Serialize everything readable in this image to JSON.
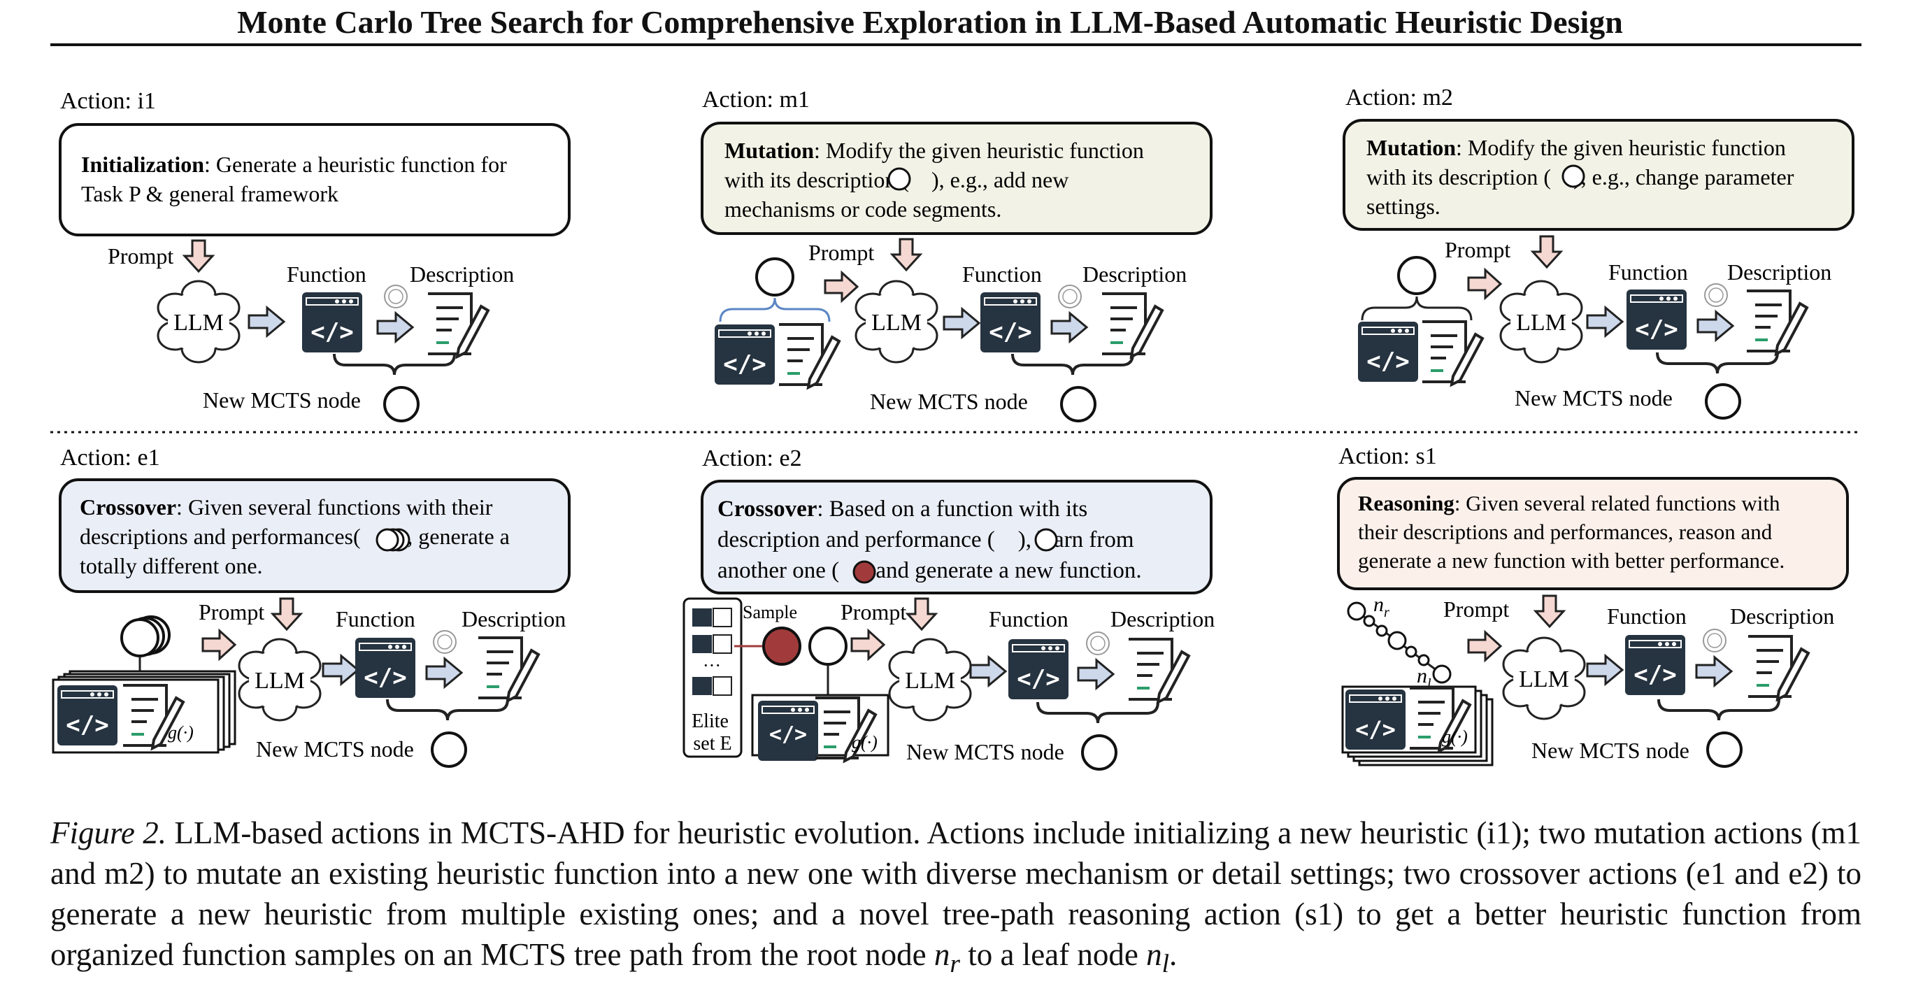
{
  "header": {
    "title": "Monte Carlo Tree Search for Comprehensive Exploration in LLM-Based Automatic Heuristic Design"
  },
  "common": {
    "prompt": "Prompt",
    "function": "Function",
    "description": "Description",
    "llm": "LLM",
    "code_glyph": "</>",
    "new_node": "New MCTS node",
    "g_func": "g(·)"
  },
  "panels": {
    "i1": {
      "action": "Action: i1",
      "bold": "Initialization",
      "line1": ": Generate a heuristic function for",
      "line2": "Task P & general framework"
    },
    "m1": {
      "action": "Action: m1",
      "bold": "Mutation",
      "line1": ": Modify the given heuristic function",
      "line2": "with its description (    ), e.g., add new",
      "line3": "mechanisms or code segments."
    },
    "m2": {
      "action": "Action: m2",
      "bold": "Mutation",
      "line1": ": Modify the given heuristic function",
      "line2": "with its description (    ), e.g., change parameter",
      "line3": "settings."
    },
    "e1": {
      "action": "Action: e1",
      "bold": "Crossover",
      "line1": ": Given several functions with their",
      "line2": "descriptions and performances(       ), generate a",
      "line3": "totally different one."
    },
    "e2": {
      "action": "Action: e2",
      "bold": "Crossover",
      "line1": ": Based on a function with its",
      "line2": "description and performance (    ), learn from",
      "line3": "another one (    ) and generate a new function.",
      "sample": "Sample",
      "elite1": "Elite",
      "elite2": "set E",
      "dots": "···"
    },
    "s1": {
      "action": "Action: s1",
      "bold": "Reasoning",
      "line1": ": Given several related functions with",
      "line2": "their descriptions and performances, reason and",
      "line3": "generate a new function with better performance.",
      "nr": "n",
      "nr_sub": "r",
      "nl": "n",
      "nl_sub": "l"
    }
  },
  "colors": {
    "box_m": "#f2f3e6",
    "box_e": "#eaeef6",
    "box_s": "#fcf0ea",
    "code_block": "#263340",
    "arrow_fill": "#cdd8eb",
    "prompt_arrow_fill": "#f5d8d2",
    "sample_red": "#a13b3b",
    "link_blue": "#5b86c4"
  },
  "caption": {
    "label": "Figure 2.",
    "text": " LLM-based actions in MCTS-AHD for heuristic evolution.  Actions include initializing a new heuristic (i1); two mutation actions (m1 and m2) to mutate an existing heuristic function into a new one with diverse mechanism or detail settings; two crossover actions (e1 and e2) to generate a new heuristic from multiple existing ones; and a novel tree-path reasoning action (s1) to get a better heuristic function from organized function samples on an MCTS tree path from the root node ",
    "nr": "n",
    "nr_sub": "r",
    "mid": " to a leaf node ",
    "nl": "n",
    "nl_sub": "l",
    "end": "."
  }
}
